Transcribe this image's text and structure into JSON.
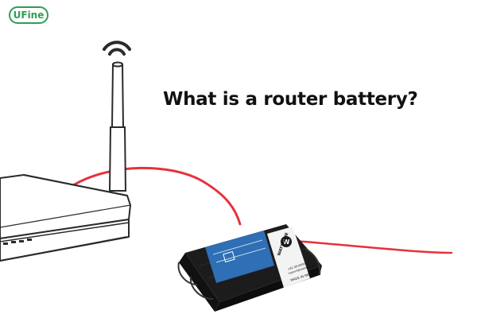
{
  "brand": {
    "logo_text": "UFine",
    "color": "#2e9e55"
  },
  "headline": "What is a router battery?",
  "battery": {
    "brand_text": "WATTWINE",
    "brand_initial": "W",
    "origin_text": "MADE IN INDIA",
    "phone_text": "+91 00-000077",
    "email_text": "support@wattwine.in"
  },
  "icons": [
    "wifi-signal-icon",
    "router-illustration",
    "battery-pack-illustration",
    "red-wire"
  ],
  "colors": {
    "wire": "#e5323c",
    "battery_body": "#1c1c1c",
    "label_blue": "#2e6fb6"
  }
}
